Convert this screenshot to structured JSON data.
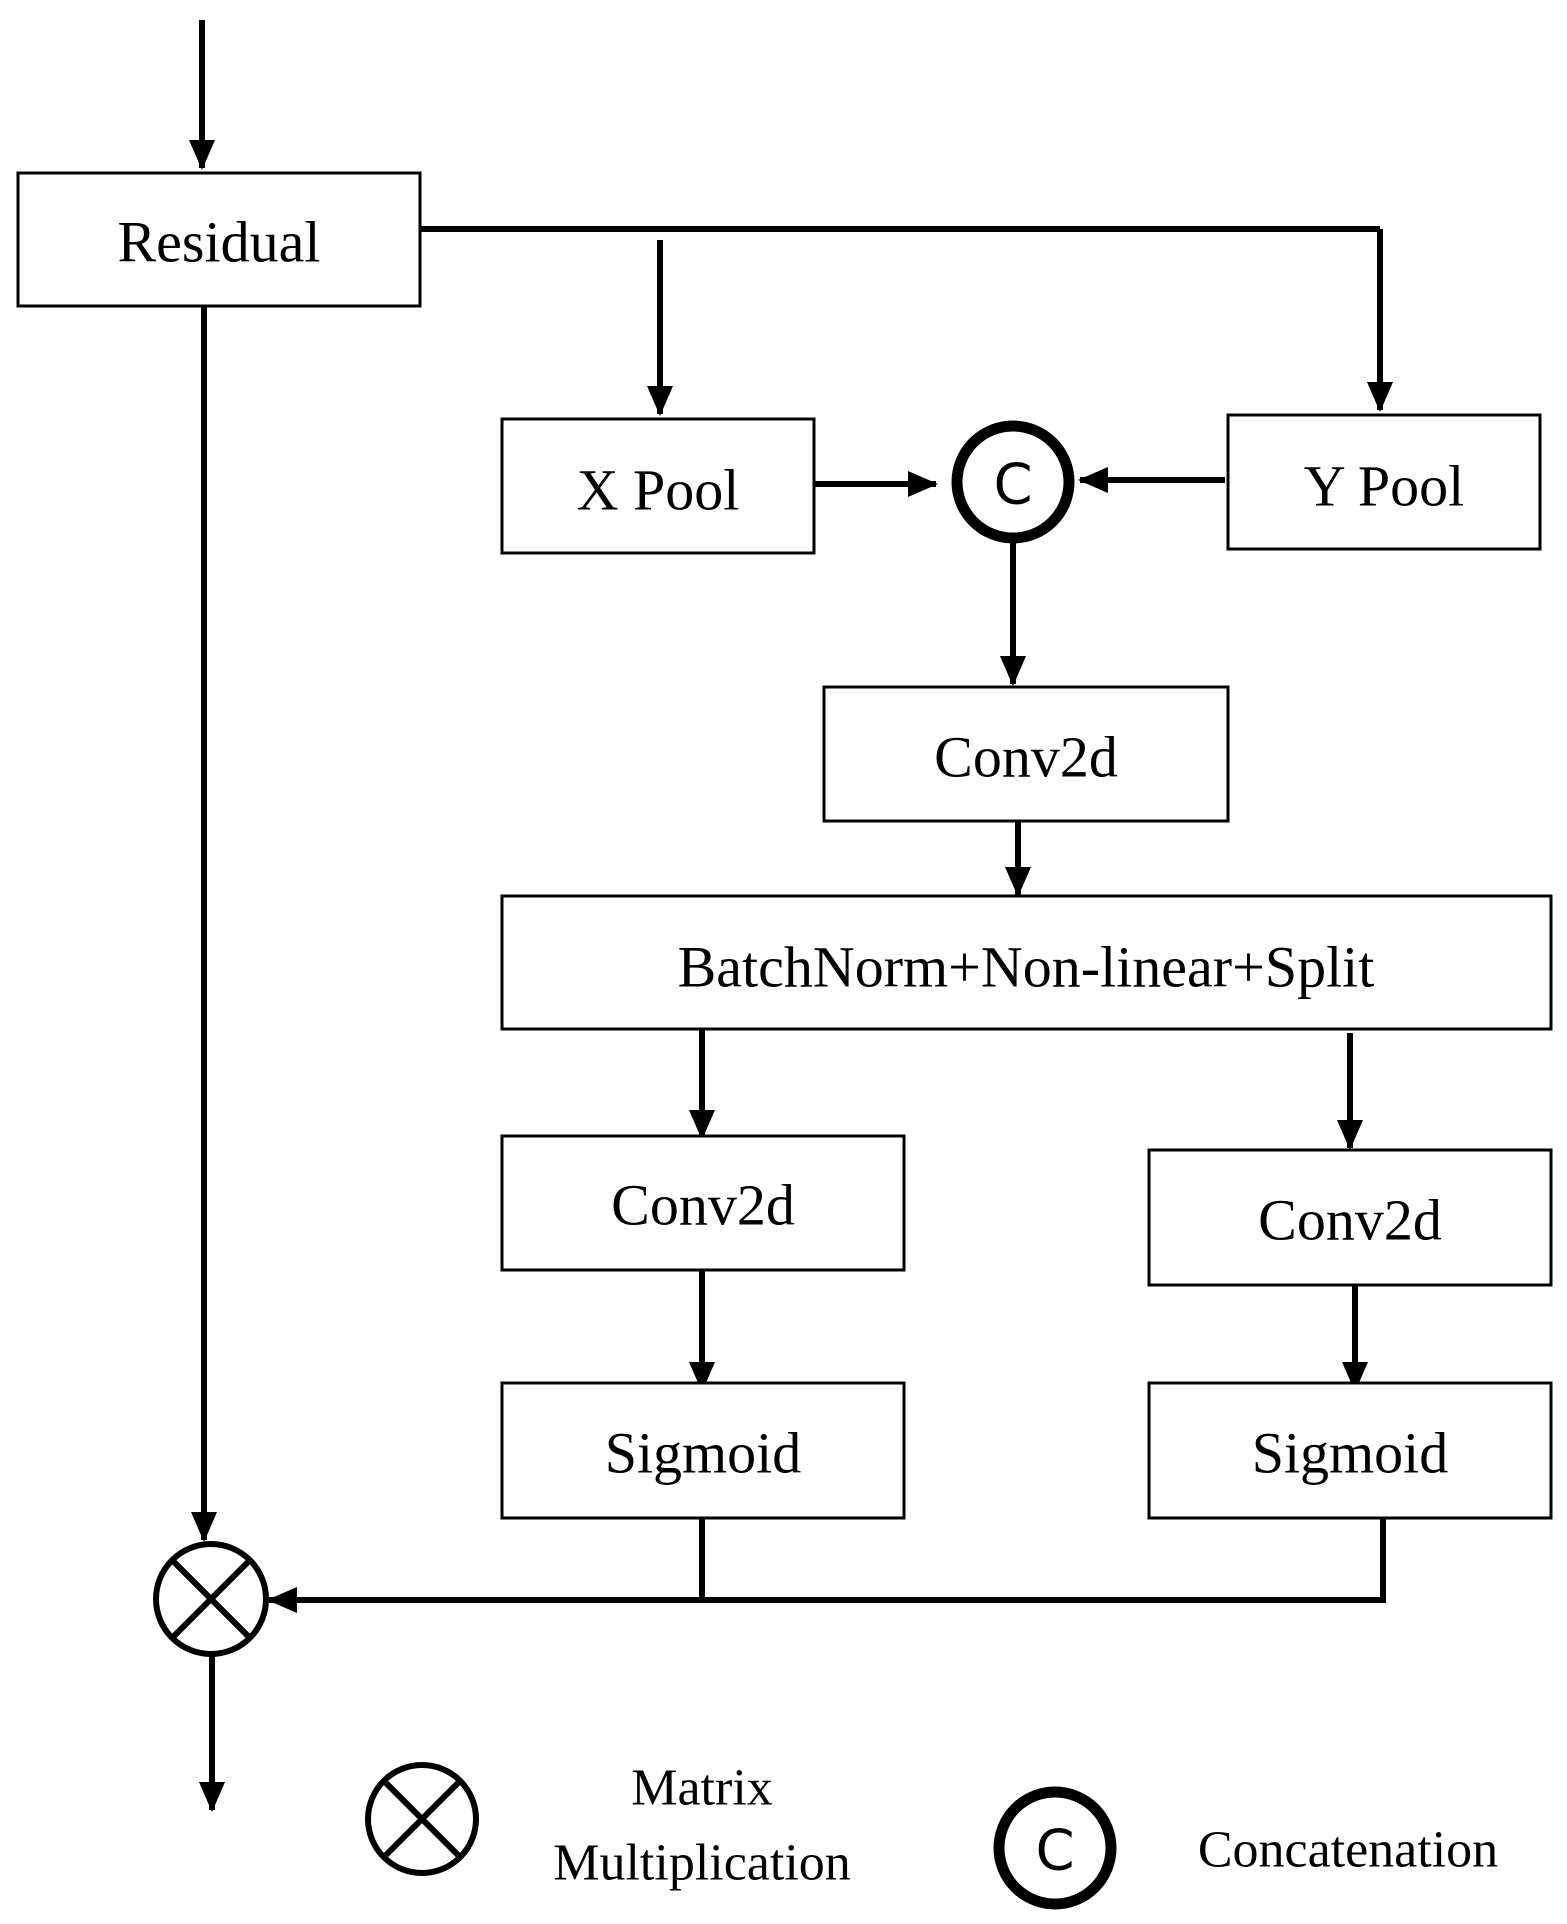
{
  "nodes": {
    "residual": "Residual",
    "x_pool": "X Pool",
    "y_pool": "Y Pool",
    "concat_symbol": "C",
    "conv2d_top": "Conv2d",
    "batchnorm": "BatchNorm+Non-linear+Split",
    "conv2d_left": "Conv2d",
    "conv2d_right": "Conv2d",
    "sigmoid_left": "Sigmoid",
    "sigmoid_right": "Sigmoid"
  },
  "legend": {
    "matrix_line1": "Matrix",
    "matrix_line2": "Multiplication",
    "concat_symbol": "C",
    "concat_label": "Concatenation"
  }
}
